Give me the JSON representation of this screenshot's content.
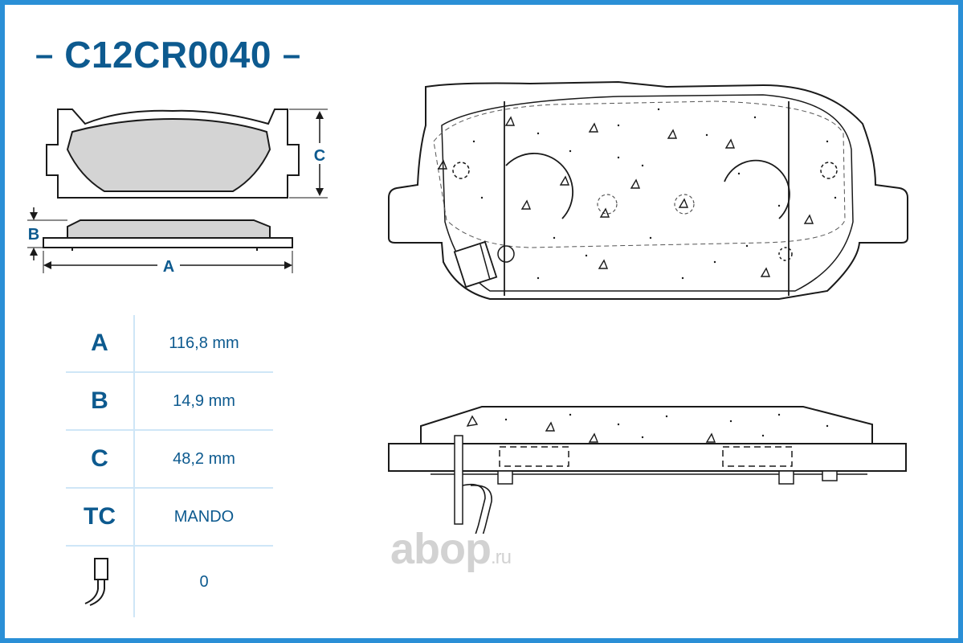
{
  "header": {
    "part_number": "C12CR0040",
    "dash_left": "–",
    "dash_right": "–"
  },
  "small_drawing": {
    "label_a": "A",
    "label_b": "B",
    "label_c": "C"
  },
  "specs": [
    {
      "key": "A",
      "value": "116,8 mm"
    },
    {
      "key": "B",
      "value": "14,9 mm"
    },
    {
      "key": "C",
      "value": "48,2 mm"
    },
    {
      "key": "TC",
      "value": "MANDO"
    },
    {
      "key": "sensor-icon",
      "value": "0"
    }
  ],
  "watermark": {
    "brand": "abop",
    "domain": ".ru"
  },
  "colors": {
    "border": "#2a8fd6",
    "text": "#0d5a8f",
    "pad_fill": "#d4d4d4",
    "line": "#1a1a1a"
  }
}
